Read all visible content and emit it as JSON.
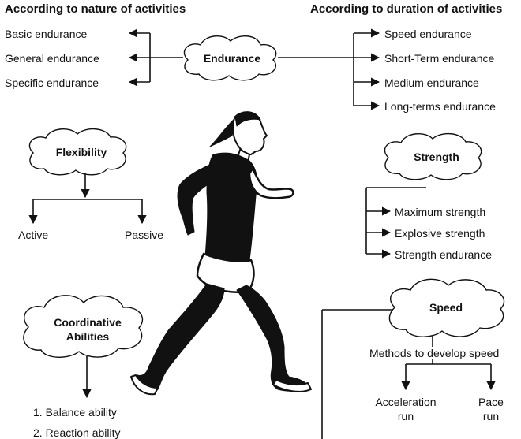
{
  "left_header": "According to nature of activities",
  "right_header": "According to duration of activities",
  "endurance": {
    "label": "Endurance",
    "nature_types": [
      "Basic endurance",
      "General endurance",
      "Specific endurance"
    ],
    "duration_types": [
      "Speed endurance",
      "Short-Term endurance",
      "Medium endurance",
      "Long-terms endurance"
    ]
  },
  "flexibility": {
    "label": "Flexibility",
    "types": [
      "Active",
      "Passive"
    ]
  },
  "strength": {
    "label": "Strength",
    "types": [
      "Maximum strength",
      "Explosive strength",
      "Strength endurance"
    ]
  },
  "coordinative": {
    "label_line1": "Coordinative",
    "label_line2": "Abilities",
    "items": [
      "1.  Balance ability",
      "2.  Reaction ability"
    ]
  },
  "speed": {
    "label": "Speed",
    "methods_label": "Methods to develop speed",
    "methods": [
      {
        "line1": "Acceleration",
        "line2": "run"
      },
      {
        "line1": "Pace",
        "line2": "run"
      }
    ]
  },
  "colors": {
    "ink": "#111111",
    "background": "#ffffff"
  }
}
